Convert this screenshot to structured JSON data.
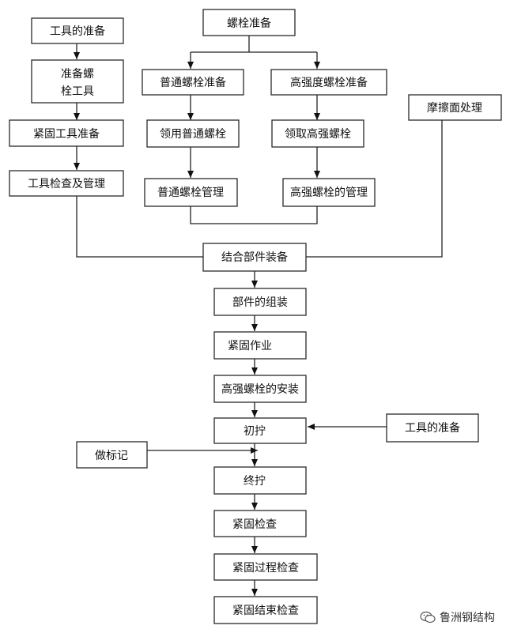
{
  "diagram": {
    "nodes": {
      "tool_prep": "工具的准备",
      "prep_bolt_tool_1": "准备螺",
      "prep_bolt_tool_2": "栓工具",
      "fasten_tool_prep": "紧固工具准备",
      "tool_check_mgmt": "工具检查及管理",
      "bolt_prep": "螺栓准备",
      "normal_bolt_prep": "普通螺栓准备",
      "high_strength_bolt_prep": "高强度螺栓准备",
      "get_normal_bolt": "领用普通螺栓",
      "get_high_bolt": "领取高强螺栓",
      "normal_bolt_mgmt": "普通螺栓管理",
      "high_bolt_mgmt": "高强螺栓的管理",
      "friction_surface": "摩擦面处理",
      "joint_assembly": "结合部件装备",
      "part_assembly": "部件的组装",
      "fastening_work": "紧固作业",
      "high_bolt_install": "高强螺栓的安装",
      "initial_tighten": "初拧",
      "tool_prep_2": "工具的准备",
      "make_mark": "做标记",
      "final_tighten": "终拧",
      "fasten_check": "紧固检查",
      "fasten_process_check": "紧固过程检查",
      "fasten_end_check": "紧固结束检查"
    }
  },
  "watermark": {
    "text": "鲁洲钢结构",
    "icon": "wechat-icon"
  }
}
